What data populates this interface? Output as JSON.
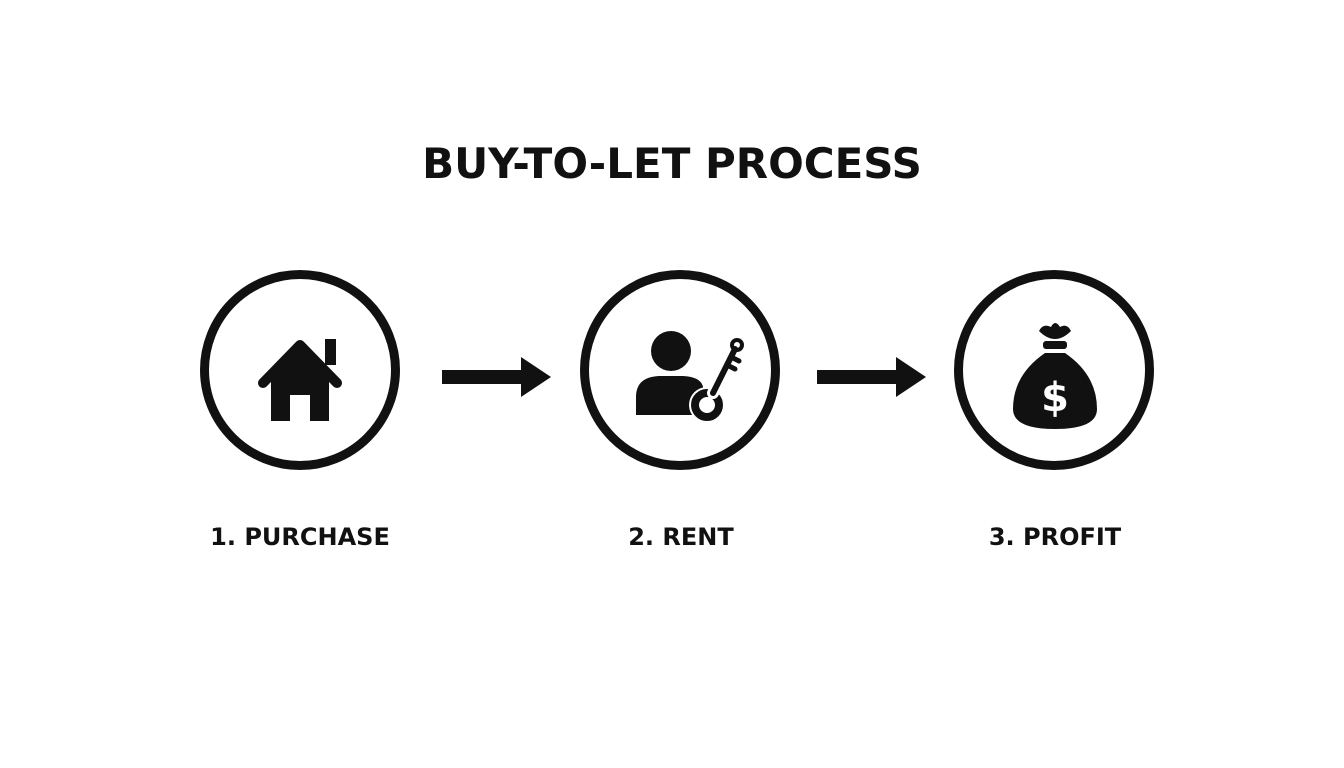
{
  "diagram": {
    "title": "BUY-TO-LET PROCESS",
    "steps": [
      {
        "label": "1. PURCHASE",
        "icon": "house-icon"
      },
      {
        "label": "2. RENT",
        "icon": "tenant-key-icon"
      },
      {
        "label": "3. PROFIT",
        "icon": "money-bag-icon"
      }
    ],
    "connectors": [
      "arrow-right-icon",
      "arrow-right-icon"
    ],
    "money_bag_symbol": "$",
    "colors": {
      "foreground": "#111111",
      "background": "#ffffff"
    }
  }
}
